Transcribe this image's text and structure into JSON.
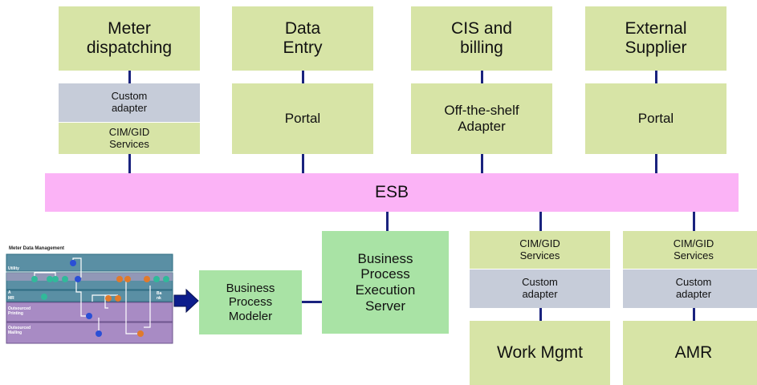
{
  "top_systems": [
    {
      "label": "Meter\ndispatching"
    },
    {
      "label": "Data\nEntry"
    },
    {
      "label": "CIS and\nbilling"
    },
    {
      "label": "External\nSupplier"
    }
  ],
  "top_adapters": {
    "meter": {
      "custom": "Custom\nadapter",
      "services": "CIM/GID\nServices"
    },
    "data_entry": "Portal",
    "cis": "Off-the-shelf\nAdapter",
    "external": "Portal"
  },
  "esb": "ESB",
  "bpm_modeler": "Business\nProcess\nModeler",
  "bpm_execution": "Business\nProcess\nExecution\nServer",
  "bottom_systems": [
    {
      "services": "CIM/GID\nServices",
      "adapter": "Custom\nadapter",
      "system": "Work Mgmt"
    },
    {
      "services": "CIM/GID\nServices",
      "adapter": "Custom\nadapter",
      "system": "AMR"
    }
  ],
  "process_diagram": {
    "title": "Meter Data Management",
    "lanes": [
      "Utility",
      "A\nMR",
      "Outsourced\nPrinting",
      "Outsourced\nMailing"
    ],
    "side_label": "Ba\nnk"
  },
  "colors": {
    "system": "#d7e4a6",
    "adapter": "#c6ccd9",
    "bpm": "#a9e3a5",
    "esb": "#fbb3f6",
    "connector": "#1a237e"
  }
}
